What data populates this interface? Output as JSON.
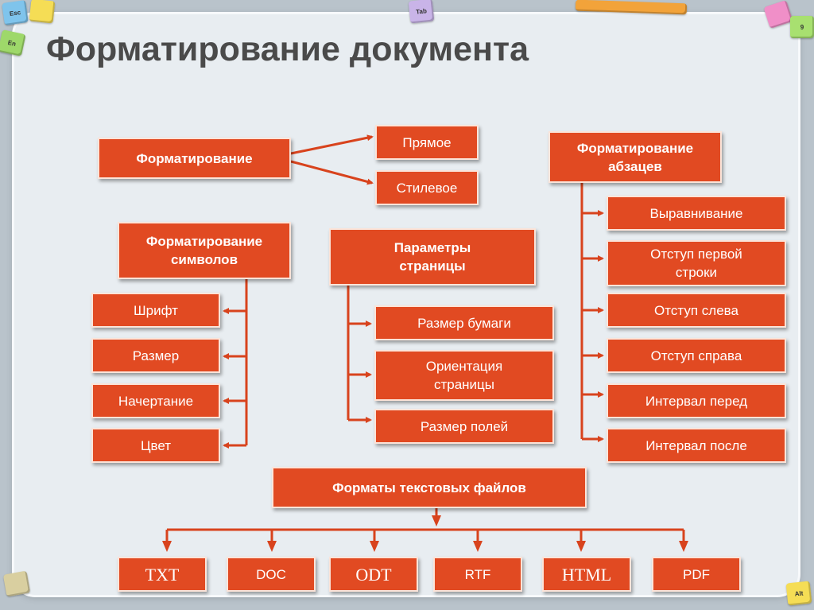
{
  "colors": {
    "box": "#e14a22",
    "connector": "#d8431d",
    "title": "#4a4a4a",
    "frame": "#e8edf1"
  },
  "keyboard_keys": [
    "Esc",
    "En",
    "Tab",
    "9",
    "Alt"
  ],
  "title": "Форматирование документа",
  "formatting": {
    "head": "Форматирование",
    "types": [
      "Прямое",
      "Стилевое"
    ]
  },
  "paragraphs": {
    "head": "Форматирование\nабзацев",
    "items": [
      "Выравнивание",
      "Отступ первой\nстроки",
      "Отступ слева",
      "Отступ справа",
      "Интервал перед",
      "Интервал после"
    ]
  },
  "characters": {
    "head": "Форматирование\nсимволов",
    "items": [
      "Шрифт",
      "Размер",
      "Начертание",
      "Цвет"
    ]
  },
  "page_params": {
    "head": "Параметры\nстраницы",
    "items": [
      "Размер бумаги",
      "Ориентация\nстраницы",
      "Размер полей"
    ]
  },
  "file_formats": {
    "head": "Форматы текстовых файлов",
    "items": [
      "TXT",
      "DOC",
      "ODT",
      "RTF",
      "HTML",
      "PDF"
    ]
  }
}
